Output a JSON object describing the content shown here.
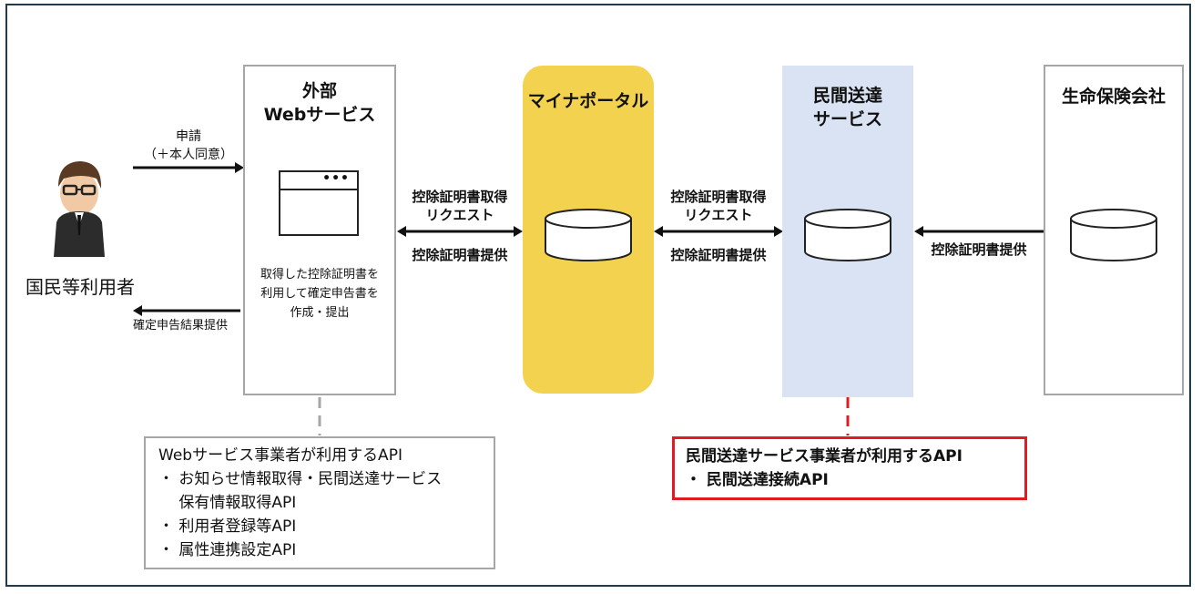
{
  "diagram": {
    "user_label": "国民等利用者",
    "external_service": {
      "title_line1": "外部",
      "title_line2": "Webサービス",
      "desc_line1": "取得した控除証明書を",
      "desc_line2": "利用して確定申告書を",
      "desc_line3": "作成・提出"
    },
    "portal": {
      "title": "マイナポータル"
    },
    "private_delivery": {
      "title_line1": "民間送達",
      "title_line2": "サービス"
    },
    "insurer": {
      "title": "生命保険会社"
    },
    "arrows": {
      "apply_line1": "申請",
      "apply_line2": "（＋本人同意）",
      "result": "確定申告結果提供",
      "left_request_line1": "控除証明書取得",
      "left_request_line2": "リクエスト",
      "left_provide": "控除証明書提供",
      "mid_request_line1": "控除証明書取得",
      "mid_request_line2": "リクエスト",
      "mid_provide": "控除証明書提供",
      "right_provide": "控除証明書提供"
    },
    "web_api_note": {
      "heading": "Webサービス事業者が利用するAPI",
      "items": [
        "・ お知らせ情報取得・民間送達サービス",
        "　 保有情報取得API",
        "・ 利用者登録等API",
        "・ 属性連携設定API"
      ]
    },
    "private_api_note": {
      "heading": "民間送達サービス事業者が利用するAPI",
      "item": "・ 民間送達接続API"
    },
    "colors": {
      "portal_fill": "#f2d24f",
      "private_fill": "#dae3f3",
      "highlight_border": "#e11b22",
      "box_border": "#a6a6a6"
    }
  }
}
